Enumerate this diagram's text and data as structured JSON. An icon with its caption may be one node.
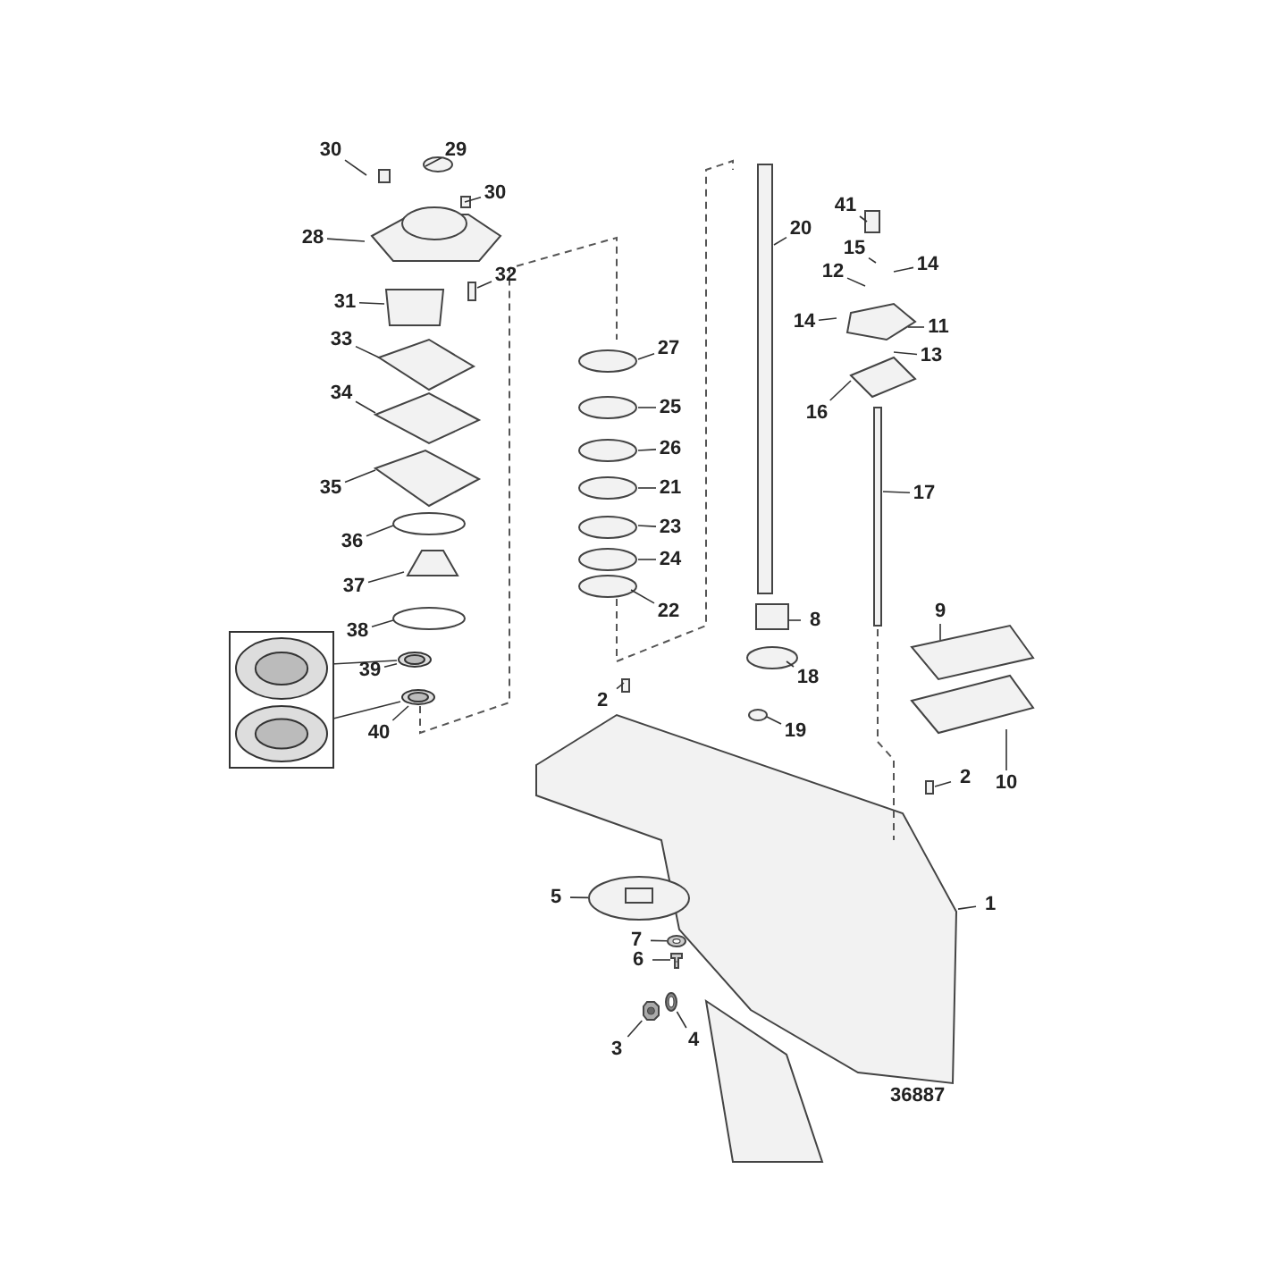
{
  "diagram": {
    "nodes": [
      {
        "text": [
          "30"
        ]
      },
      {
        "text": [
          "29"
        ]
      },
      {
        "text": [
          "30"
        ]
      },
      {
        "text": [
          "28"
        ]
      },
      {
        "text": [
          "31"
        ]
      },
      {
        "text": [
          "32"
        ]
      },
      {
        "text": [
          "33"
        ]
      },
      {
        "text": [
          "34"
        ]
      },
      {
        "text": [
          "35"
        ]
      },
      {
        "text": [
          "36"
        ]
      },
      {
        "text": [
          "37"
        ]
      },
      {
        "text": [
          "38"
        ]
      },
      {
        "text": [
          "39"
        ]
      },
      {
        "text": [
          "40"
        ]
      },
      {
        "text": [],
        "shape": "box"
      },
      {
        "text": [],
        "shape": "picture",
        "in": 14
      },
      {
        "text": [],
        "shape": "picture",
        "in": 14
      },
      {
        "text": [],
        "shape": "picture"
      },
      {
        "text": [],
        "shape": "picture"
      },
      {
        "text": [
          "20"
        ]
      },
      {
        "text": [
          "41"
        ]
      },
      {
        "text": [
          "15"
        ]
      },
      {
        "text": [
          "14"
        ]
      },
      {
        "text": [
          "12"
        ]
      },
      {
        "text": [
          "14"
        ]
      },
      {
        "text": [
          "11"
        ]
      },
      {
        "text": [
          "27"
        ]
      },
      {
        "text": [
          "13"
        ]
      },
      {
        "text": [
          "16"
        ]
      },
      {
        "text": [
          "25"
        ]
      },
      {
        "text": [
          "26"
        ]
      },
      {
        "text": [
          "21"
        ]
      },
      {
        "text": [
          "17"
        ]
      },
      {
        "text": [
          "23"
        ]
      },
      {
        "text": [
          "24"
        ]
      },
      {
        "text": [
          "22"
        ]
      },
      {
        "text": [
          "9"
        ]
      },
      {
        "text": [
          "8"
        ]
      },
      {
        "text": [
          "18"
        ]
      },
      {
        "text": [
          "2"
        ]
      },
      {
        "text": [
          "19"
        ]
      },
      {
        "text": [
          "2"
        ]
      },
      {
        "text": [
          "10"
        ]
      },
      {
        "text": [
          "5"
        ]
      },
      {
        "text": [
          "1"
        ]
      },
      {
        "text": [
          "7"
        ]
      },
      {
        "text": [
          "6"
        ]
      },
      {
        "text": [
          "4"
        ]
      },
      {
        "text": [
          "3"
        ]
      },
      {
        "text": [],
        "shape": "picture"
      },
      {
        "text": [],
        "shape": "picture"
      },
      {
        "text": [],
        "shape": "picture"
      },
      {
        "text": [],
        "shape": "picture"
      },
      {
        "text": [],
        "shape": "picture"
      },
      {
        "text": [],
        "shape": "picture"
      }
    ],
    "edges": [
      {
        "from": 0,
        "to": null,
        "arrow": "none"
      },
      {
        "from": 1,
        "to": null,
        "arrow": "none"
      },
      {
        "from": 2,
        "to": null,
        "arrow": "none"
      },
      {
        "from": 3,
        "to": null,
        "arrow": "none"
      },
      {
        "from": 4,
        "to": null,
        "arrow": "none"
      },
      {
        "from": 5,
        "to": null,
        "arrow": "none"
      },
      {
        "from": 6,
        "to": null,
        "arrow": "none"
      },
      {
        "from": 7,
        "to": null,
        "arrow": "none"
      },
      {
        "from": 8,
        "to": null,
        "arrow": "none"
      },
      {
        "from": 9,
        "to": null,
        "arrow": "none"
      },
      {
        "from": 10,
        "to": null,
        "arrow": "none"
      },
      {
        "from": 11,
        "to": null,
        "arrow": "none"
      },
      {
        "from": 12,
        "to": 17,
        "arrow": "none"
      },
      {
        "from": 13,
        "to": 18,
        "arrow": "none"
      },
      {
        "from": 15,
        "to": 17,
        "arrow": "none"
      },
      {
        "from": 16,
        "to": 18,
        "arrow": "none"
      },
      {
        "from": 19,
        "to": null,
        "arrow": "none"
      },
      {
        "from": 20,
        "to": null,
        "arrow": "none"
      },
      {
        "from": 21,
        "to": null,
        "arrow": "none"
      },
      {
        "from": 22,
        "to": null,
        "arrow": "none"
      },
      {
        "from": 23,
        "to": null,
        "arrow": "none"
      },
      {
        "from": 24,
        "to": null,
        "arrow": "none"
      },
      {
        "from": 25,
        "to": null,
        "arrow": "none"
      },
      {
        "from": 26,
        "to": null,
        "arrow": "none"
      },
      {
        "from": 27,
        "to": null,
        "arrow": "none"
      },
      {
        "from": 28,
        "to": null,
        "arrow": "none"
      },
      {
        "from": 29,
        "to": null,
        "arrow": "none"
      },
      {
        "from": 30,
        "to": null,
        "arrow": "none"
      },
      {
        "from": 31,
        "to": null,
        "arrow": "none"
      },
      {
        "from": 32,
        "to": null,
        "arrow": "none"
      },
      {
        "from": 33,
        "to": null,
        "arrow": "none"
      },
      {
        "from": 34,
        "to": null,
        "arrow": "none"
      },
      {
        "from": 35,
        "to": null,
        "arrow": "none"
      },
      {
        "from": 36,
        "to": null,
        "arrow": "none"
      },
      {
        "from": 37,
        "to": null,
        "arrow": "none"
      },
      {
        "from": 38,
        "to": null,
        "arrow": "none"
      },
      {
        "from": 39,
        "to": null,
        "arrow": "none"
      },
      {
        "from": 40,
        "to": null,
        "arrow": "none"
      },
      {
        "from": 41,
        "to": null,
        "arrow": "none"
      },
      {
        "from": 42,
        "to": null,
        "arrow": "none"
      },
      {
        "from": 43,
        "to": 50,
        "arrow": "none"
      },
      {
        "from": 44,
        "to": 49,
        "arrow": "none"
      },
      {
        "from": 45,
        "to": 51,
        "arrow": "none"
      },
      {
        "from": 46,
        "to": 52,
        "arrow": "none"
      },
      {
        "from": 47,
        "to": 53,
        "arrow": "none"
      },
      {
        "from": 48,
        "to": 54,
        "arrow": "none"
      }
    ],
    "labels": [
      "36887"
    ]
  }
}
